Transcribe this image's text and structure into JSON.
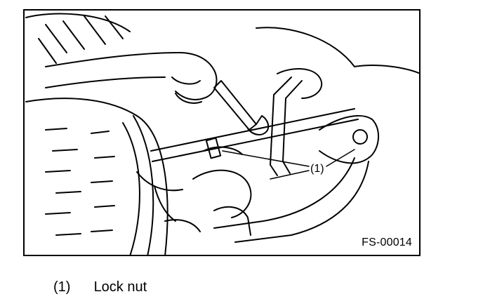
{
  "figure": {
    "callout": "(1)",
    "code": "FS-00014"
  },
  "legend": {
    "items": [
      {
        "number": "(1)",
        "label": "Lock nut"
      }
    ]
  }
}
